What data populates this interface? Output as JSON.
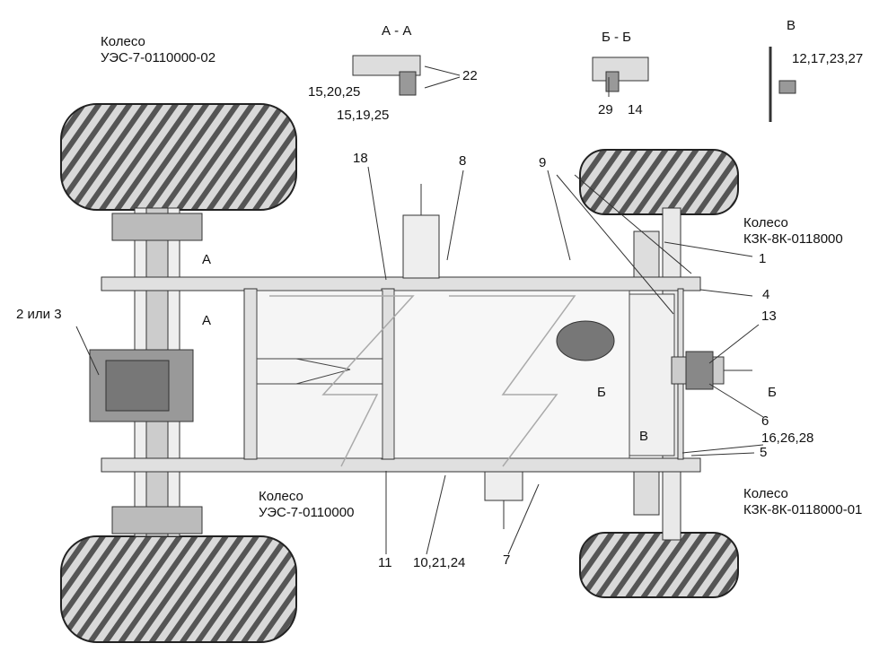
{
  "section_titles": {
    "aa": "А - А",
    "bb": "Б - Б",
    "v": "В"
  },
  "wheels": {
    "top_left": {
      "line1": "Колесо",
      "line2": "УЭС-7-0110000-02"
    },
    "bottom_left": {
      "line1": "Колесо",
      "line2": "УЭС-7-0110000"
    },
    "top_right": {
      "line1": "Колесо",
      "line2": "КЗК-8К-0118000"
    },
    "bottom_right": {
      "line1": "Колесо",
      "line2": "КЗК-8К-0118000-01"
    }
  },
  "callouts": {
    "c22": "22",
    "c15_20_25": "15,20,25",
    "c15_19_25": "15,19,25",
    "c29": "29",
    "c14": "14",
    "c12_17_23_27": "12,17,23,27",
    "c18": "18",
    "c8": "8",
    "c9": "9",
    "c1": "1",
    "c4": "4",
    "c13": "13",
    "c2or3": "2 или 3",
    "c6": "6",
    "c16_26_28": "16,26,28",
    "c5": "5",
    "c11": "11",
    "c10_21_24": "10,21,24",
    "c7": "7"
  },
  "section_marks": {
    "a_top": "А",
    "a_bottom": "А",
    "b_left": "Б",
    "b_right": "Б",
    "v_mark": "В"
  }
}
